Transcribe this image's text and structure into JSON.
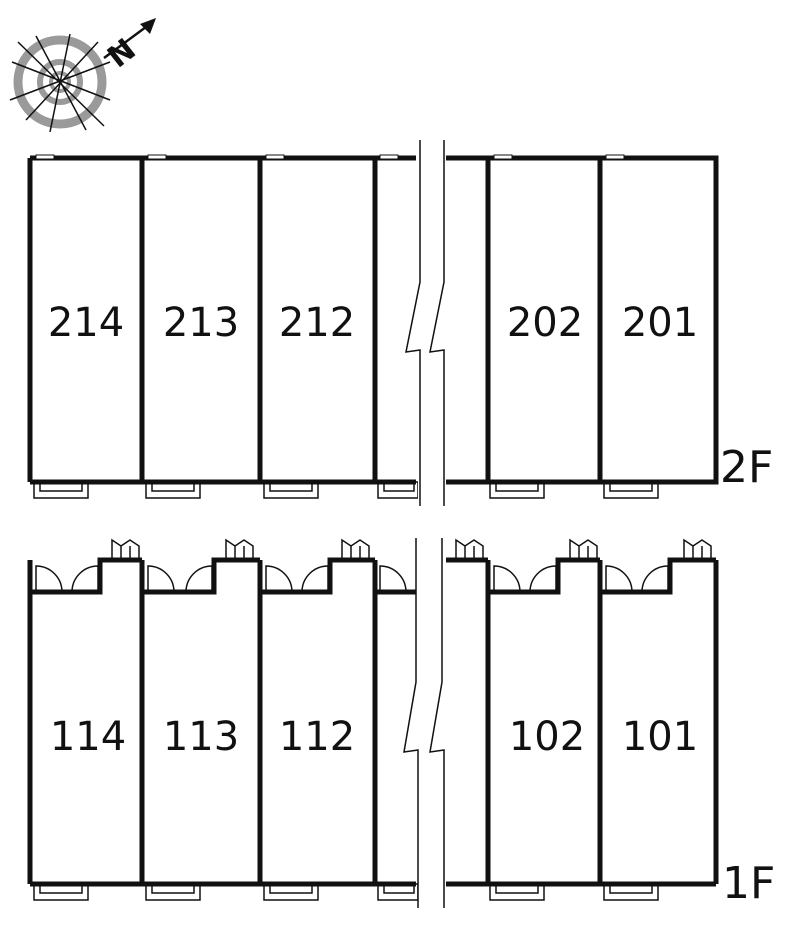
{
  "compass": {
    "north_letter": "N",
    "icon": "compass-rose-icon"
  },
  "floors": [
    {
      "label": "2F",
      "units": [
        "214",
        "213",
        "212",
        "202",
        "201"
      ]
    },
    {
      "label": "1F",
      "units": [
        "114",
        "113",
        "112",
        "102",
        "101"
      ]
    }
  ],
  "colors": {
    "wall": "#111111",
    "compass_ring": "#9a9a9a",
    "background": "#ffffff"
  }
}
